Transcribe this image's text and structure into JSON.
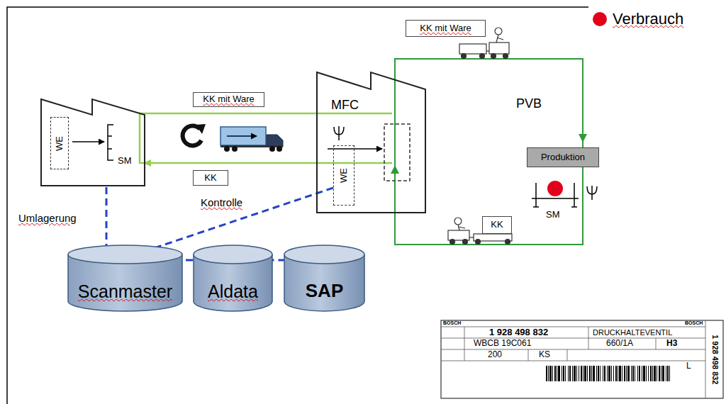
{
  "diagram": {
    "nodes": [
      {
        "text": [
          "SM"
        ]
      },
      {
        "text": [
          "WE"
        ],
        "in": 0
      },
      {
        "text": [
          "KK mit Ware"
        ]
      },
      {
        "text": [
          "KK"
        ]
      },
      {
        "text": [
          "MFC"
        ]
      },
      {
        "text": [
          "WE"
        ],
        "in": 4
      },
      {
        "text": [
          "KK mit Ware"
        ]
      },
      {
        "text": [
          "Produktion"
        ]
      },
      {
        "text": [
          "KK"
        ]
      },
      {
        "text": [
          "Scanmaster"
        ]
      },
      {
        "text": [
          "Aldata"
        ]
      },
      {
        "text": [
          "SAP"
        ]
      }
    ],
    "edges": [
      {
        "from": 0,
        "to": 9,
        "arrow": "to",
        "label": "Umlagerung"
      },
      {
        "from": 5,
        "to": 9,
        "arrow": "to",
        "label": "Kontrolle"
      },
      {
        "from": 9,
        "to": 10,
        "arrow": "none"
      },
      {
        "from": 10,
        "to": 11,
        "arrow": "to"
      }
    ],
    "labels": [
      "PVB",
      "SM",
      "BOSCH",
      "1 928 498 832",
      "DRUCKHALTEVENTIL",
      "BOSCH",
      "WBCB 19C061",
      "660/1A",
      "H3",
      "200",
      "KS",
      "L",
      "1 928 498 832"
    ],
    "legend": [
      {
        "text": "Verbrauch",
        "color": "#e3001b"
      }
    ]
  }
}
